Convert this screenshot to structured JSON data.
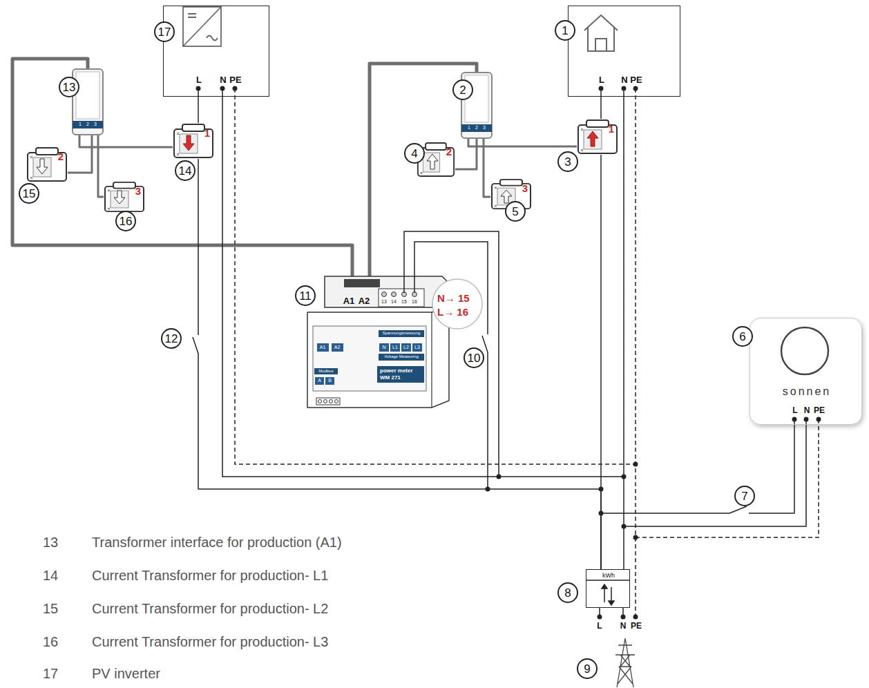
{
  "diagram": {
    "nodes": [
      {
        "text": [
          "L",
          "N",
          "PE"
        ]
      },
      {
        "text": [
          "L",
          "N",
          "PE"
        ]
      },
      {
        "text": [
          "1",
          "2",
          "3"
        ]
      },
      {
        "text": [
          "1"
        ]
      },
      {
        "text": [
          "1",
          "2",
          "3"
        ]
      },
      {
        "text": [
          "1"
        ]
      },
      {
        "text": [
          "2"
        ]
      },
      {
        "text": [
          "2"
        ]
      },
      {
        "text": [
          "3"
        ]
      },
      {
        "text": [
          "3"
        ]
      },
      {
        "text": [
          "A1",
          "A2",
          "13",
          "14",
          "15",
          "16",
          "A1",
          "A2",
          "Spannungsmessung",
          "N",
          "L1",
          "L2",
          "L3",
          "Voltage Measuring",
          "Modbus",
          "A",
          "B",
          "power meter",
          "WM 271"
        ]
      },
      {
        "text": [
          "sonnen",
          "L",
          "N",
          "PE"
        ]
      },
      {
        "text": [
          "kWh"
        ]
      }
    ],
    "edges": [
      {
        "from": 2,
        "to": 10,
        "arrow": "none"
      },
      {
        "from": 4,
        "to": 10,
        "arrow": "none"
      },
      {
        "from": 2,
        "to": 3,
        "arrow": "none"
      },
      {
        "from": 2,
        "to": 6,
        "arrow": "none"
      },
      {
        "from": 2,
        "to": 8,
        "arrow": "none"
      },
      {
        "from": 4,
        "to": 5,
        "arrow": "none"
      },
      {
        "from": 4,
        "to": 7,
        "arrow": "none"
      },
      {
        "from": 4,
        "to": 9,
        "arrow": "none"
      },
      {
        "from": 1,
        "to": 5,
        "arrow": "none"
      },
      {
        "from": 5,
        "to": 12,
        "arrow": "none"
      },
      {
        "from": 0,
        "to": 3,
        "arrow": "none"
      },
      {
        "from": 3,
        "to": 12,
        "arrow": "none"
      },
      {
        "from": 11,
        "to": 12,
        "arrow": "none"
      }
    ],
    "labels": [
      "17",
      "13",
      "14",
      "15",
      "16",
      "1",
      "2",
      "3",
      "4",
      "5",
      "11",
      "12",
      "10",
      "6",
      "7",
      "8",
      "9",
      "N→ 15",
      "L→ 16",
      "L",
      "N",
      "PE",
      "13",
      "Transformer interface for production (A1)",
      "14",
      "Current Transformer for production- L1",
      "15",
      "Current Transformer for production- L2",
      "16",
      "Current Transformer for production- L3",
      "17",
      "PV inverter"
    ]
  }
}
